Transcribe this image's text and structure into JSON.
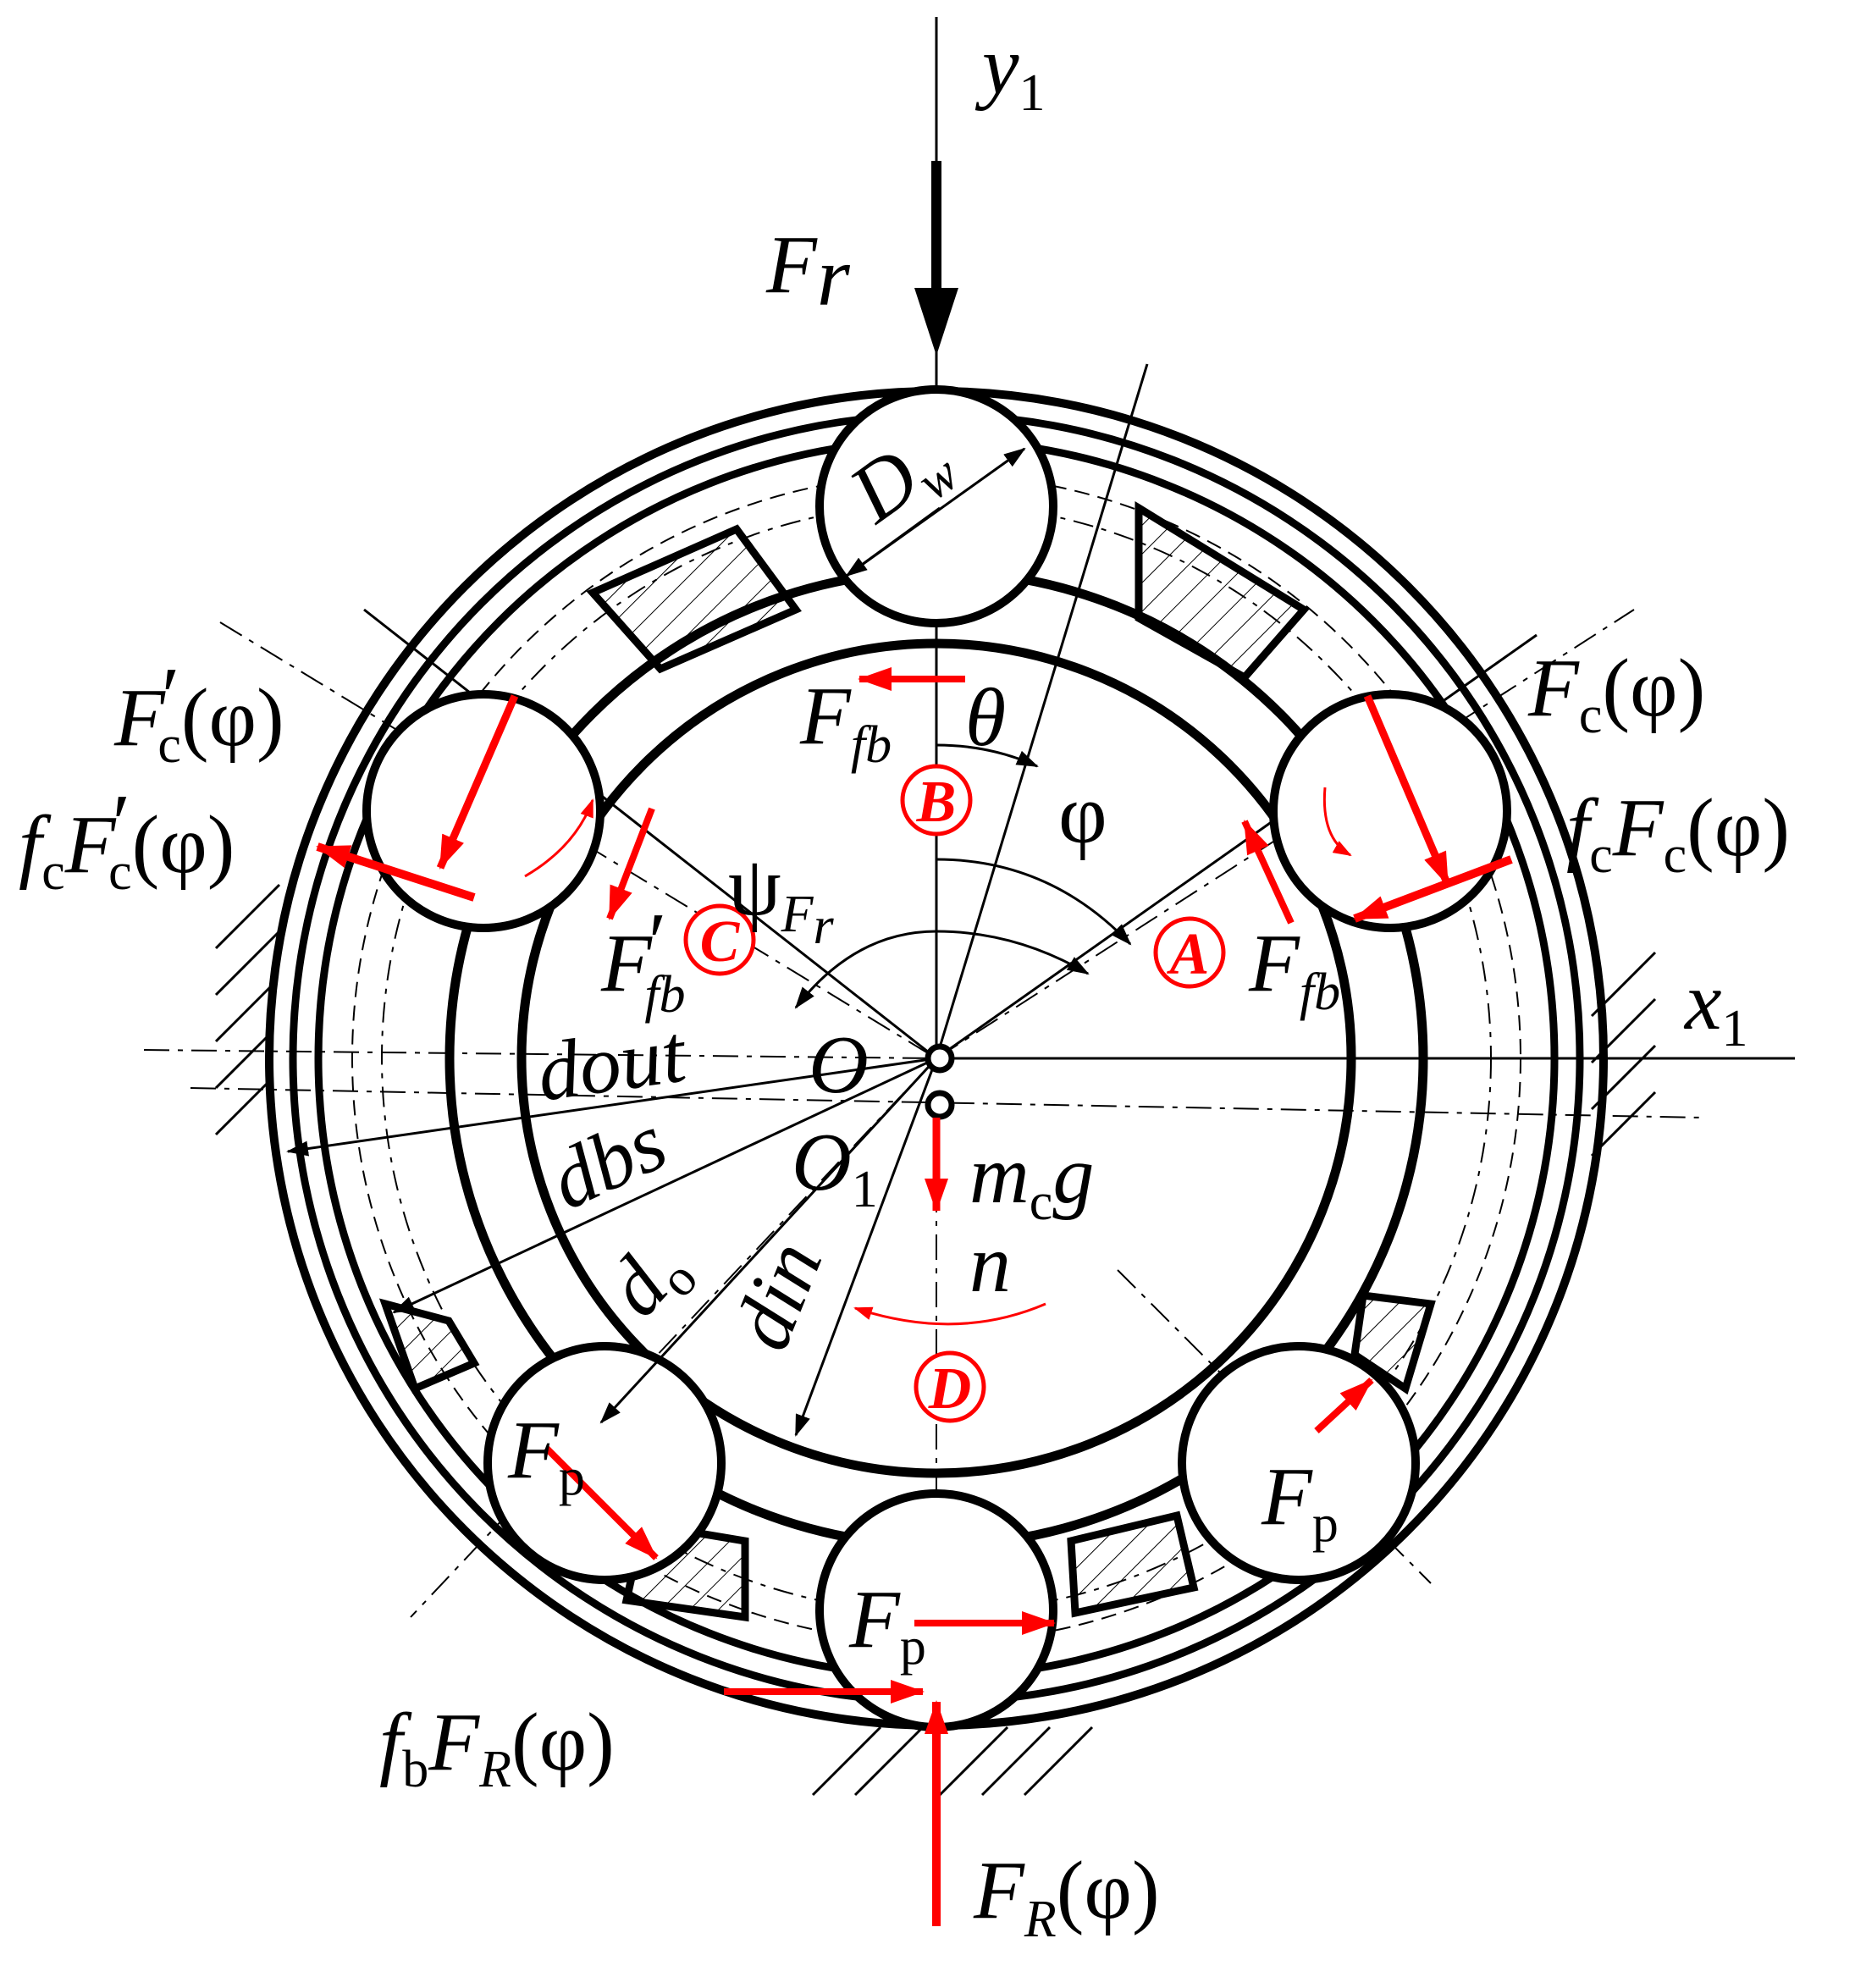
{
  "colors": {
    "ink": "#000000",
    "force": "#ff0000",
    "paper": "#ffffff"
  },
  "axes": {
    "y1": {
      "main": "y",
      "sub": "1"
    },
    "x1": {
      "main": "x",
      "sub": "1"
    }
  },
  "loads": {
    "Fr": {
      "main": "F",
      "sub": "r"
    },
    "FR_phi": {
      "main": "F",
      "sub": "R",
      "tail": "(φ)"
    },
    "fb_FR_phi": {
      "f": "f",
      "fsub": "b",
      "main": "F",
      "sub": "R",
      "tail": "(φ)"
    },
    "mcg": {
      "m": "m",
      "msub": "c",
      "g": "g"
    }
  },
  "contact_forces": {
    "Fc_prime_phi": {
      "main": "F",
      "sub": "c",
      "prime": "′",
      "tail": "(φ)"
    },
    "fc_Fc_prime_phi": {
      "f": "f",
      "fsub": "c",
      "main": "F",
      "sub": "c",
      "prime": "′",
      "tail": "(φ)"
    },
    "Fc_phi": {
      "main": "F",
      "sub": "c",
      "tail": "(φ)"
    },
    "fc_Fc_phi": {
      "f": "f",
      "fsub": "c",
      "main": "F",
      "sub": "c",
      "tail": "(φ)"
    }
  },
  "friction": {
    "Ffb_top": {
      "main": "F",
      "sub": "fb"
    },
    "Ffb_prime": {
      "main": "F",
      "prime": "′",
      "sub": "fb"
    },
    "Ffb_right": {
      "main": "F",
      "sub": "fb"
    },
    "Fp": {
      "main": "F",
      "sub": "p"
    }
  },
  "angles": {
    "theta": "θ",
    "phi": "φ",
    "psi": {
      "main": "ψ",
      "sub": "F",
      "subsub": "r"
    }
  },
  "centers": {
    "O": "O",
    "O1": {
      "main": "O",
      "sub": "1"
    }
  },
  "speed": "n",
  "dimensions": {
    "Dw": "D",
    "Dw_sub": "w",
    "dout": "dout",
    "dbs": "dbs",
    "do": {
      "main": "d",
      "sub": "o"
    },
    "din": "din"
  },
  "contact_points": [
    "A",
    "B",
    "C",
    "D"
  ]
}
